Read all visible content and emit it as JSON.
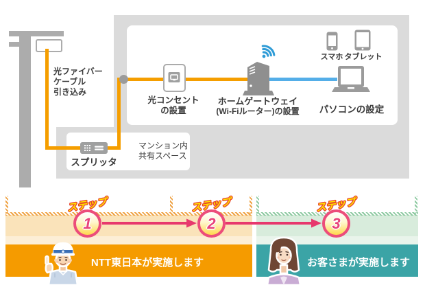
{
  "diagram": {
    "fiber_intake": {
      "lines": [
        "光ファイバー",
        "ケーブル",
        "引き込み"
      ]
    },
    "optical_outlet": {
      "lines": [
        "光コンセント",
        "の設置"
      ]
    },
    "home_gateway": {
      "lines": [
        "ホームゲートウェイ",
        "(Wi-Fiルーター)の設置"
      ]
    },
    "pc_setup": "パソコンの設定",
    "splitter": "スプリッタ",
    "shared_space": {
      "lines": [
        "マンション内",
        "共有スペース"
      ]
    },
    "smartphone": "スマホ",
    "tablet": "タブレット",
    "icons": {
      "utility_pole": "utility-pole",
      "cable_closure": "cable-closure-box",
      "fiber_cable": "orange-fiber-cable",
      "junction": "junction-dot",
      "splitter": "splitter-device-icon",
      "optical_outlet": "optical-outlet-icon",
      "wifi": "wifi-waves-icon",
      "home_gateway": "home-gateway-tower-icon",
      "smartphone": "smartphone-icon",
      "tablet": "tablet-icon",
      "laptop": "laptop-icon",
      "worker": "ntt-worker-character",
      "customer": "customer-woman-character"
    },
    "colors": {
      "cable_orange": "#f59e00",
      "lan_blue": "#54aee8",
      "wifi_blue": "#2e9bd6",
      "building_gray": "#dbdbdb",
      "pole_gray": "#acacac",
      "device_gray": "#9b9b9b"
    }
  },
  "steps": {
    "tag": "ステップ",
    "items": [
      {
        "number": "1"
      },
      {
        "number": "2"
      },
      {
        "number": "3"
      }
    ],
    "banners": {
      "ntt": "NTT東日本が実施します",
      "customer": "お客さまが実施します"
    },
    "colors": {
      "ntt_orange": "#f59b00",
      "customer_teal": "#3ba4a6",
      "cream_fill": "#fae3ba",
      "green_fill": "#d8ecdc",
      "step_pink": "#e8437a",
      "arrow_pink": "#e7386d",
      "tag_yellow": "#ffe100",
      "tag_red": "#e8432d"
    }
  }
}
